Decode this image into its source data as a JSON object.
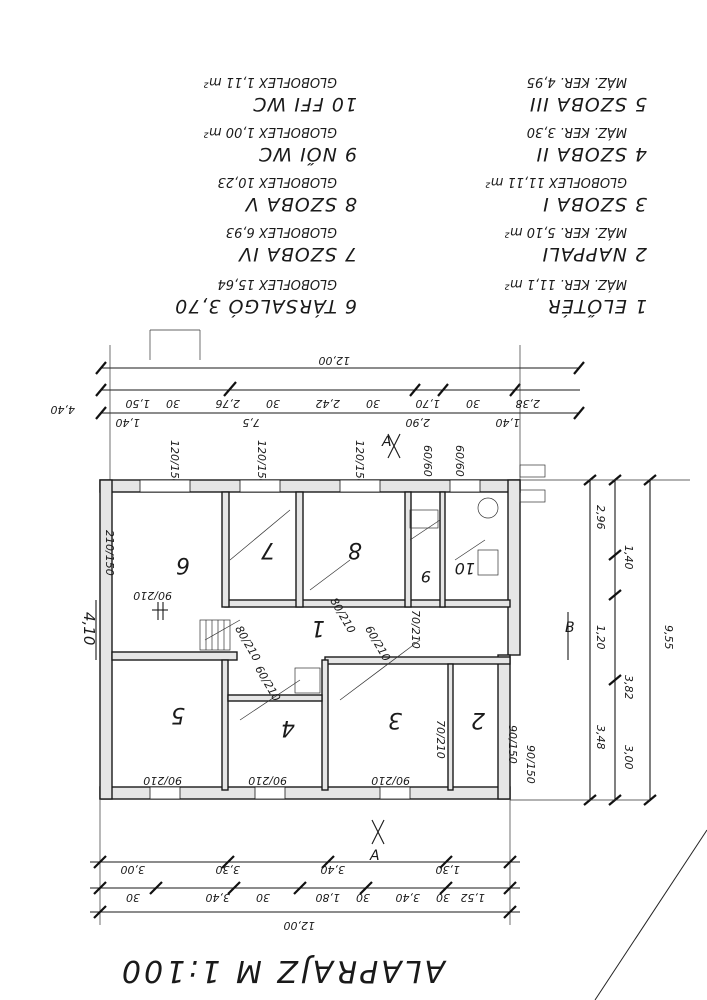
{
  "drawing": {
    "title": "ALAPRAJZ  M 1:100"
  },
  "legend": {
    "left": [
      {
        "label": "1 ELŐTÉR",
        "detail": "MÁZ. KER. 11,1 m²"
      },
      {
        "label": "2 NAPPALI",
        "detail": "MÁZ. KER. 5,10 m²"
      },
      {
        "label": "3 SZOBA I",
        "detail": "GLOBOFLEX 11,11 m²"
      },
      {
        "label": "4 SZOBA II",
        "detail": "MÁZ. KER. 3,30"
      },
      {
        "label": "5 SZOBA III",
        "detail": "MÁZ. KER. 4,95"
      }
    ],
    "right": [
      {
        "label": "6 TÁRSALGÓ 3,70",
        "detail": "GLOBOFLEX 15,64"
      },
      {
        "label": "7 SZOBA IV",
        "detail": "GLOBOFLEX 6,93"
      },
      {
        "label": "8 SZOBA V",
        "detail": "GLOBOFLEX 10,23"
      },
      {
        "label": "9 NŐI WC",
        "detail": "GLOBOFLEX 1,00 m²"
      },
      {
        "label": "10 FFI WC",
        "detail": "GLOBOFLEX 1,11 m²"
      }
    ]
  },
  "rooms": {
    "r1": "1",
    "r2": "2",
    "r3": "3",
    "r4": "4",
    "r5": "5",
    "r6": "6",
    "r7": "7",
    "r8": "8",
    "r9": "9",
    "r10": "10"
  },
  "dimensions": {
    "top_overall": "12,00",
    "bottom_overall": "12,00",
    "top_row": [
      "2,38",
      "30",
      "1,70",
      "30",
      "2,42",
      "30",
      "2,76",
      "30",
      "1,50"
    ],
    "bottom_row": [
      "1,52",
      "30",
      "3,40",
      "30",
      "1,80",
      "30",
      "3,40",
      "30"
    ],
    "bottom_row2": [
      "1,30",
      "3,40",
      "3,30",
      "3,00"
    ],
    "right_col": [
      "2,96",
      "1,40",
      "1,20",
      "3,82",
      "3,48",
      "3,00"
    ],
    "right_overall": "9,55",
    "left_overall": "4,10",
    "section_a": "A",
    "section_b": "B",
    "door_labels": [
      "90/210",
      "90/210",
      "90/210",
      "90/210",
      "80/210",
      "80/210",
      "70/210",
      "70/210",
      "60/210",
      "60/210"
    ],
    "window_labels": [
      "210/150",
      "120/150",
      "120/150",
      "120/150",
      "60/60",
      "60/60",
      "90/150",
      "90/150"
    ],
    "misc": [
      "7,5",
      "1,40",
      "2,90",
      "4,40",
      "1,40"
    ]
  }
}
